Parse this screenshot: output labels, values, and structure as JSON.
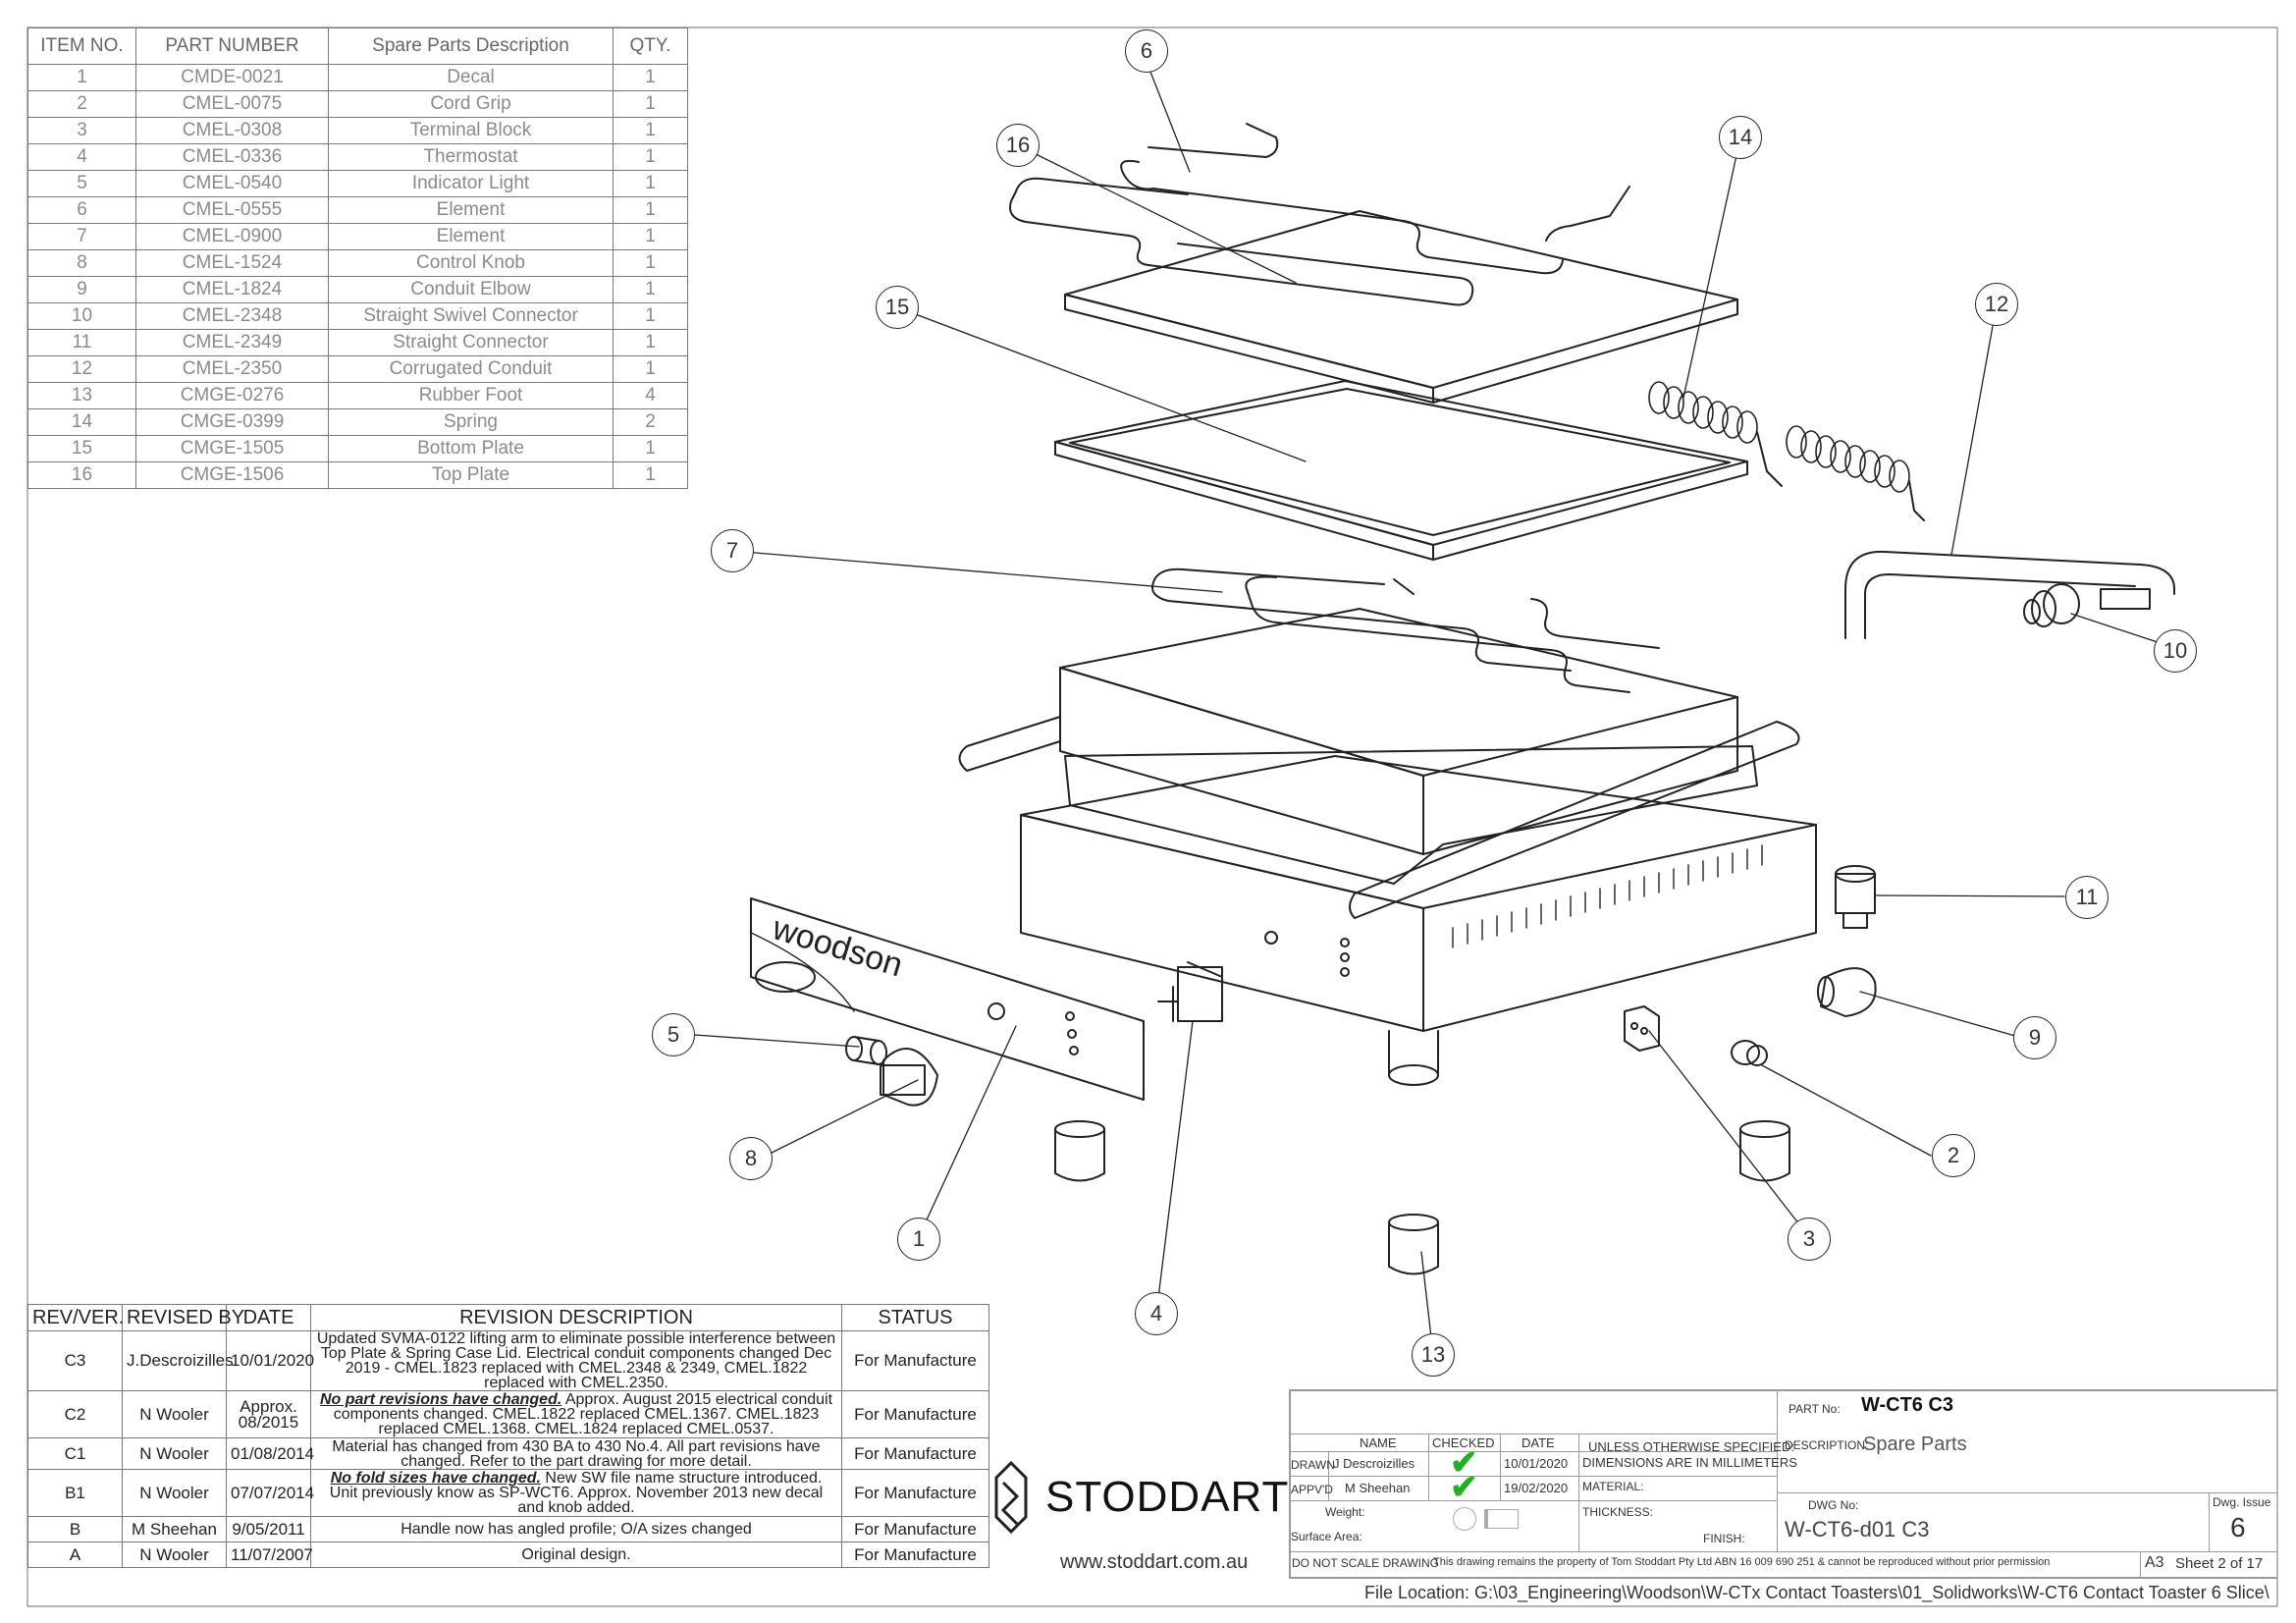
{
  "parts_table": {
    "headers": [
      "ITEM NO.",
      "PART NUMBER",
      "Spare Parts Description",
      "QTY."
    ],
    "rows": [
      [
        "1",
        "CMDE-0021",
        "Decal",
        "1"
      ],
      [
        "2",
        "CMEL-0075",
        "Cord Grip",
        "1"
      ],
      [
        "3",
        "CMEL-0308",
        "Terminal Block",
        "1"
      ],
      [
        "4",
        "CMEL-0336",
        "Thermostat",
        "1"
      ],
      [
        "5",
        "CMEL-0540",
        "Indicator Light",
        "1"
      ],
      [
        "6",
        "CMEL-0555",
        "Element",
        "1"
      ],
      [
        "7",
        "CMEL-0900",
        "Element",
        "1"
      ],
      [
        "8",
        "CMEL-1524",
        "Control Knob",
        "1"
      ],
      [
        "9",
        "CMEL-1824",
        "Conduit Elbow",
        "1"
      ],
      [
        "10",
        "CMEL-2348",
        "Straight Swivel Connector",
        "1"
      ],
      [
        "11",
        "CMEL-2349",
        "Straight Connector",
        "1"
      ],
      [
        "12",
        "CMEL-2350",
        "Corrugated Conduit",
        "1"
      ],
      [
        "13",
        "CMGE-0276",
        "Rubber Foot",
        "4"
      ],
      [
        "14",
        "CMGE-0399",
        "Spring",
        "2"
      ],
      [
        "15",
        "CMGE-1505",
        "Bottom Plate",
        "1"
      ],
      [
        "16",
        "CMGE-1506",
        "Top Plate",
        "1"
      ]
    ]
  },
  "balloons": [
    "1",
    "2",
    "3",
    "4",
    "5",
    "6",
    "7",
    "8",
    "9",
    "10",
    "11",
    "12",
    "13",
    "14",
    "15",
    "16"
  ],
  "product_logo": "woodson",
  "revision_table": {
    "headers": [
      "REV/VER.",
      "REVISED BY",
      "DATE",
      "REVISION DESCRIPTION",
      "STATUS"
    ],
    "rows": [
      {
        "rev": "C3",
        "by": "J.Descroizilles",
        "date": "10/01/2020",
        "lead": "",
        "desc": "Updated SVMA-0122 lifting arm to eliminate possible interference between Top Plate & Spring Case Lid. Electrical conduit components changed Dec 2019 - CMEL.1823 replaced with CMEL.2348 & 2349, CMEL.1822 replaced with CMEL.2350.",
        "status": "For Manufacture"
      },
      {
        "rev": "C2",
        "by": "N Wooler",
        "date": "Approx. 08/2015",
        "lead": "No part revisions have changed.",
        "desc": " Approx. August 2015 electrical conduit components changed. CMEL.1822 replaced CMEL.1367. CMEL.1823 replaced CMEL.1368. CMEL.1824 replaced CMEL.0537.",
        "status": "For Manufacture"
      },
      {
        "rev": "C1",
        "by": "N Wooler",
        "date": "01/08/2014",
        "lead": "",
        "desc": "Material has changed from 430 BA to 430 No.4. All part revisions have changed. Refer to the part drawing for more detail.",
        "status": "For Manufacture"
      },
      {
        "rev": "B1",
        "by": "N Wooler",
        "date": "07/07/2014",
        "lead": "No fold sizes have changed.",
        "desc": " New SW file name structure introduced. Unit previously know as SP-WCT6. Approx. November 2013 new decal and knob added.",
        "status": "For Manufacture"
      },
      {
        "rev": "B",
        "by": "M Sheehan",
        "date": "9/05/2011",
        "lead": "",
        "desc": "Handle now has angled profile; O/A sizes changed",
        "status": "For Manufacture"
      },
      {
        "rev": "A",
        "by": "N Wooler",
        "date": "11/07/2007",
        "lead": "",
        "desc": "Original design.",
        "status": "For Manufacture"
      }
    ]
  },
  "company": {
    "name": "STODDART",
    "website": "www.stoddart.com.au"
  },
  "title_block": {
    "col_name": "NAME",
    "col_checked": "CHECKED",
    "col_date": "DATE",
    "drawn_label": "DRAWN",
    "drawn_name": "J Descroizilles",
    "drawn_date": "10/01/2020",
    "appvd_label": "APPV'D",
    "appvd_name": "M Sheehan",
    "appvd_date": "19/02/2020",
    "weight_label": "Weight:",
    "surface_label": "Surface Area:",
    "unless1": "UNLESS OTHERWISE SPECIFIED:",
    "unless2": "DIMENSIONS ARE IN MILLIMETERS",
    "material_label": "MATERIAL:",
    "thickness_label": "THICKNESS:",
    "finish_label": "FINISH:",
    "part_no_label": "PART No:",
    "part_no": "W-CT6 C3",
    "description_label": "DESCRIPTION:",
    "description": "Spare Parts",
    "dwg_no_label": "DWG No:",
    "dwg_no": "W-CT6-d01 C3",
    "issue_label": "Dwg. Issue",
    "issue": "6",
    "do_not_scale": "DO NOT SCALE DRAWING",
    "property_note": "This drawing remains the property of Tom Stoddart Pty Ltd ABN 16 009 690 251 & cannot be reproduced without prior permission",
    "size": "A3",
    "sheet": "Sheet 2 of 17"
  },
  "file_location": "File Location: G:\\03_Engineering\\Woodson\\W-CTx Contact Toasters\\01_Solidworks\\W-CT6 Contact Toaster 6 Slice\\"
}
